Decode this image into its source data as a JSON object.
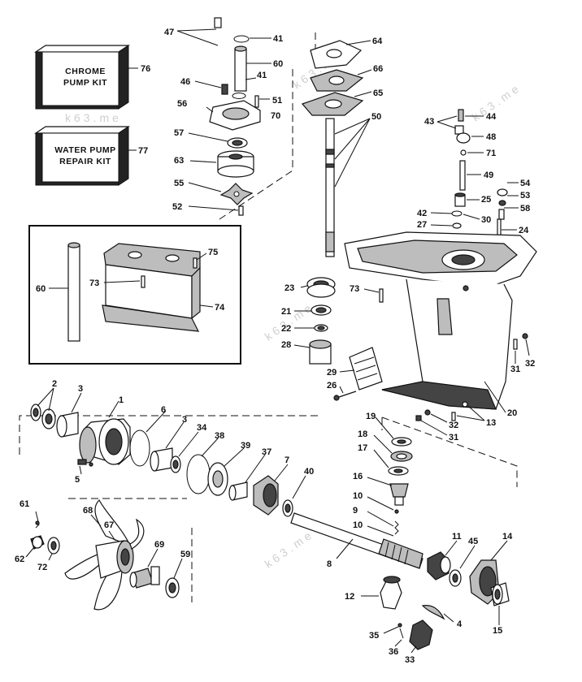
{
  "kits": {
    "chrome_pump_kit": {
      "line1": "CHROME",
      "line2": "PUMP KIT",
      "ref": "76"
    },
    "water_pump_repair_kit": {
      "line1": "WATER PUMP",
      "line2": "REPAIR KIT",
      "ref": "77"
    }
  },
  "watermark": "k63.me",
  "callouts": {
    "c47": "47",
    "c41a": "41",
    "c60a": "60",
    "c41b": "41",
    "c46": "46",
    "c51": "51",
    "c70": "70",
    "c56": "56",
    "c57": "57",
    "c63": "63",
    "c55": "55",
    "c52": "52",
    "c64": "64",
    "c66": "66",
    "c65": "65",
    "c50": "50",
    "c43": "43",
    "c44": "44",
    "c48": "48",
    "c71": "71",
    "c49": "49",
    "c54": "54",
    "c25": "25",
    "c53": "53",
    "c42": "42",
    "c30": "30",
    "c27": "27",
    "c58": "58",
    "c24": "24",
    "c60b": "60",
    "c73a": "73",
    "c75": "75",
    "c74": "74",
    "c23": "23",
    "c21": "21",
    "c22": "22",
    "c28": "28",
    "c73b": "73",
    "c29": "29",
    "c26": "26",
    "c31a": "31",
    "c32a": "32",
    "c20": "20",
    "c19": "19",
    "c18": "18",
    "c17": "17",
    "c16": "16",
    "c32b": "32",
    "c31b": "31",
    "c13": "13",
    "c2": "2",
    "c3a": "3",
    "c1": "1",
    "c6": "6",
    "c3b": "3",
    "c34": "34",
    "c38": "38",
    "c39": "39",
    "c37": "37",
    "c7": "7",
    "c40": "40",
    "c5": "5",
    "c10a": "10",
    "c9": "9",
    "c10b": "10",
    "c8": "8",
    "c61": "61",
    "c68": "68",
    "c67": "67",
    "c69": "69",
    "c59": "59",
    "c62": "62",
    "c72": "72",
    "c11": "11",
    "c45": "45",
    "c14": "14",
    "c12": "12",
    "c4": "4",
    "c35": "35",
    "c36": "36",
    "c33": "33",
    "c15": "15"
  }
}
